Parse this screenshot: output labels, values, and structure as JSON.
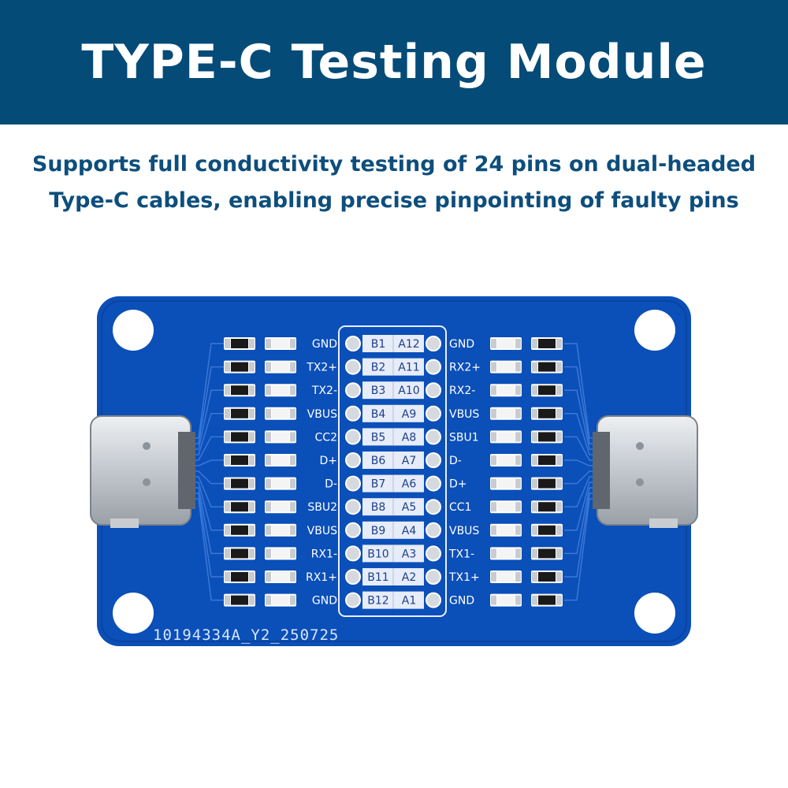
{
  "header": {
    "title": "TYPE-C Testing Module"
  },
  "description": {
    "line1": "Supports full conductivity testing of 24 pins on dual-headed",
    "line2": "Type-C cables, enabling precise pinpointing of faulty pins"
  },
  "board": {
    "serial": "10194334A_Y2_250725",
    "left_signals": [
      "GND",
      "TX2+",
      "TX2-",
      "VBUS",
      "CC2",
      "D+",
      "D-",
      "SBU2",
      "VBUS",
      "RX1-",
      "RX1+",
      "GND"
    ],
    "b_pins": [
      "B1",
      "B2",
      "B3",
      "B4",
      "B5",
      "B6",
      "B7",
      "B8",
      "B9",
      "B10",
      "B11",
      "B12"
    ],
    "a_pins": [
      "A12",
      "A11",
      "A10",
      "A9",
      "A8",
      "A7",
      "A6",
      "A5",
      "A4",
      "A3",
      "A2",
      "A1"
    ],
    "right_signals": [
      "GND",
      "RX2+",
      "RX2-",
      "VBUS",
      "SBU1",
      "D-",
      "D+",
      "CC1",
      "VBUS",
      "TX1-",
      "TX1+",
      "GND"
    ],
    "colors": {
      "pcb": "#0b4fb8",
      "silkscreen": "#ffffff",
      "connector": "#cfd3d8"
    }
  }
}
